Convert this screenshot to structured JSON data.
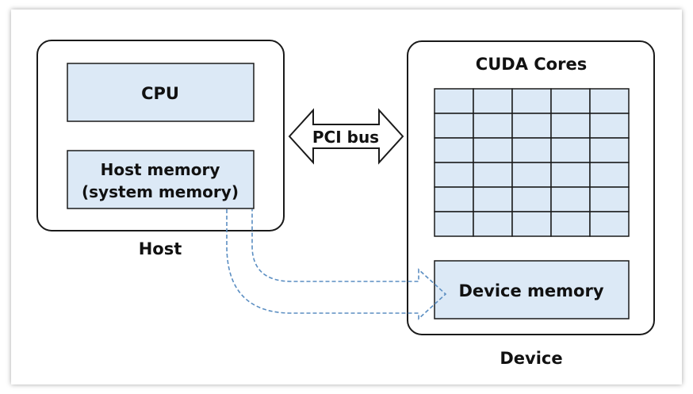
{
  "host": {
    "label": "Host",
    "cpu_label": "CPU",
    "memory_label_line1": "Host memory",
    "memory_label_line2": "(system memory)"
  },
  "bus": {
    "label": "PCI bus"
  },
  "device": {
    "label": "Device",
    "cores_label": "CUDA Cores",
    "memory_label": "Device memory",
    "core_grid": {
      "rows": 6,
      "cols": 5
    }
  },
  "colors": {
    "box_fill": "#dce9f6",
    "outline": "#1a1a1a",
    "flow_arrow": "#5b8ec2"
  }
}
